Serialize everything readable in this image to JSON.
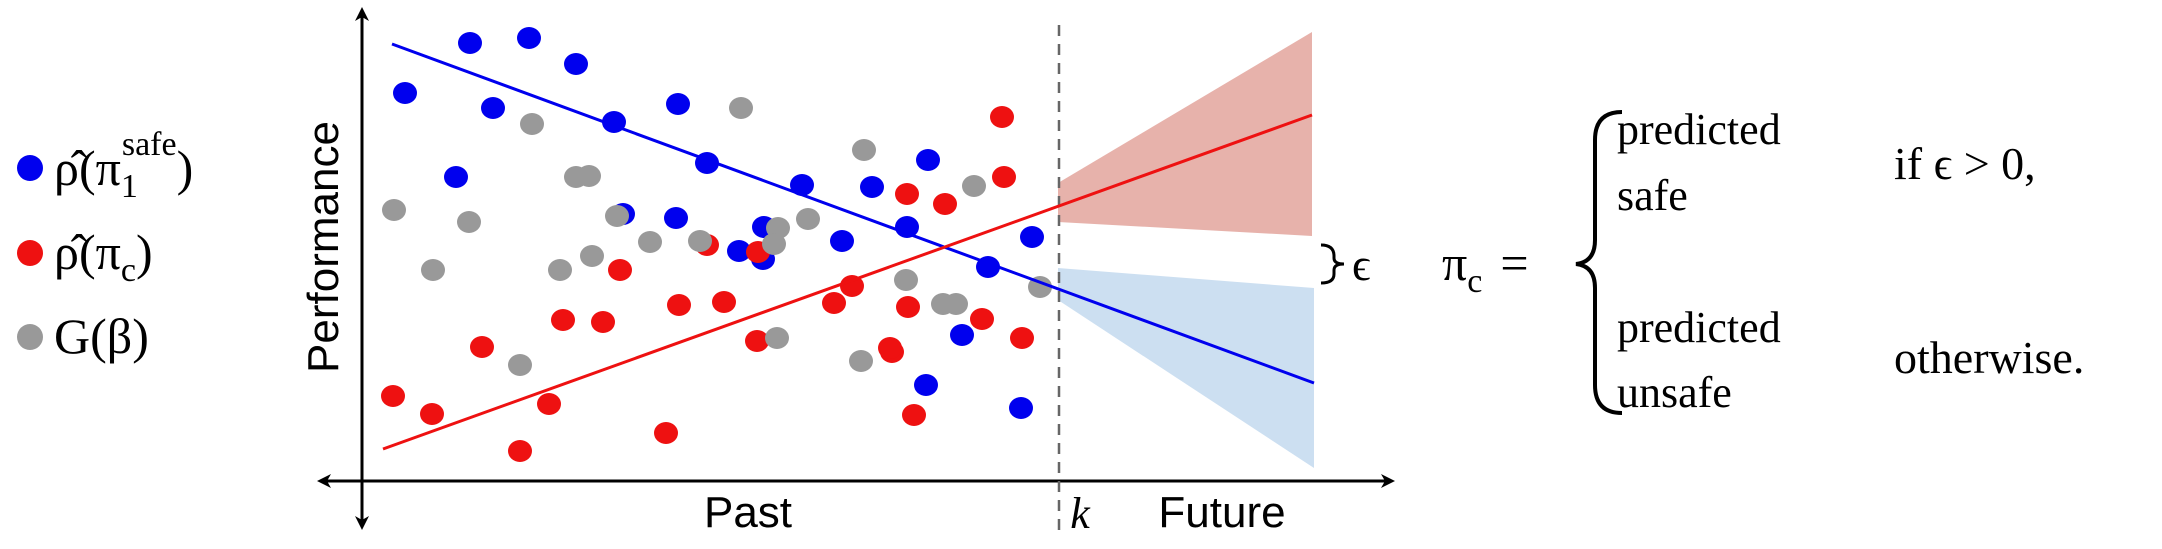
{
  "legend": {
    "items": [
      {
        "color": "#0000ee",
        "text": "ρ̂(π",
        "sub": "1",
        "sup": "safe",
        "close": ")"
      },
      {
        "color": "#ee1111",
        "text": "ρ̂(π",
        "sub": "c",
        "sup": "",
        "close": ")"
      },
      {
        "color": "#999999",
        "text": "G(β)",
        "sub": "",
        "sup": "",
        "close": ""
      }
    ]
  },
  "axes": {
    "ylabel": "Performance",
    "past_label": "Past",
    "future_label": "Future",
    "k_label": "k"
  },
  "annotations": {
    "epsilon": "ϵ"
  },
  "equation": {
    "lhs": "π",
    "lhs_sub": "c",
    "equals": "=",
    "case1_line1": "predicted",
    "case1_line2": "safe",
    "case1_cond": "if ϵ > 0,",
    "case2_line1": "predicted",
    "case2_line2": "unsafe",
    "case2_cond": "otherwise."
  },
  "colors": {
    "blue": "#0000ee",
    "red": "#ee1111",
    "gray": "#999999",
    "red_band": "#e3a49c",
    "blue_band": "#c6dcf0"
  }
}
